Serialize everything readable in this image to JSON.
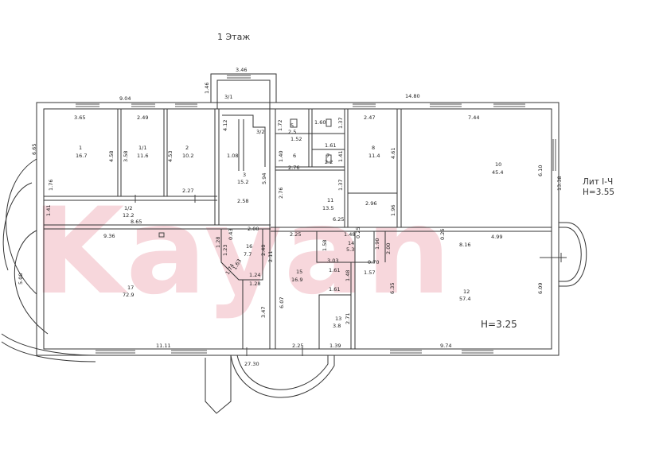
{
  "title": "1 Этаж",
  "label_lit": "Лит I-Ч",
  "label_h_main": "H=3.55",
  "label_h_hall": "H=3.25",
  "watermark": "Kayan",
  "overall": {
    "top": "14.80",
    "top_left": "9.04",
    "bottom": "27.30",
    "left_side": "6.65",
    "right_side": "13.38"
  },
  "rooms": [
    {
      "num": "1",
      "area": "16.7"
    },
    {
      "num": "1/1",
      "area": "11.6"
    },
    {
      "num": "2",
      "area": "10.2"
    },
    {
      "num": "1/2",
      "area": "12.2"
    },
    {
      "num": "3",
      "area": "15.2"
    },
    {
      "num": "5",
      "area": "2.5"
    },
    {
      "num": "6",
      "area": "2.76"
    },
    {
      "num": "7",
      "area": "2.2"
    },
    {
      "num": "8",
      "area": "11.4"
    },
    {
      "num": "10",
      "area": "45.4"
    },
    {
      "num": "11",
      "area": "13.5"
    },
    {
      "num": "14",
      "area": "5.3"
    },
    {
      "num": "15",
      "area": "16.9"
    },
    {
      "num": "16",
      "area": "7.7"
    },
    {
      "num": "17",
      "area": "72.9"
    },
    {
      "num": "12",
      "area": "57.4"
    },
    {
      "num": "13",
      "area": "3.8"
    }
  ],
  "stair_labels": [
    "3/1",
    "3/2"
  ],
  "dims": [
    "3.46",
    "1.46",
    "3.65",
    "2.49",
    "2.47",
    "7.44",
    "4.58",
    "3.58",
    "4.53",
    "1.72",
    "1.52",
    "1.60",
    "1.37",
    "1.08",
    "4.12",
    "2.27",
    "1.40",
    "1.41",
    "1.61",
    "1.37",
    "4.61",
    "6.10",
    "5.94",
    "2.76",
    "2.58",
    "6.25",
    "1.96",
    "2.96",
    "1.41",
    "8.65",
    "9.36",
    "1.28",
    "0.43",
    "1.23",
    "1.63",
    "2.40",
    "2.00",
    "2.11",
    "1.24",
    "1.28",
    "1.74",
    "1.48",
    "0.25",
    "1.58",
    "1.90",
    "2.00",
    "3.03",
    "0.70",
    "1.61",
    "1.57",
    "8.16",
    "4.99",
    "0.26",
    "6.35",
    "6.09",
    "1.61",
    "1.48",
    "2.71",
    "1.39",
    "6.07",
    "3.47",
    "11.11",
    "2.25",
    "2.25",
    "9.74",
    "5.08",
    "1.76"
  ]
}
